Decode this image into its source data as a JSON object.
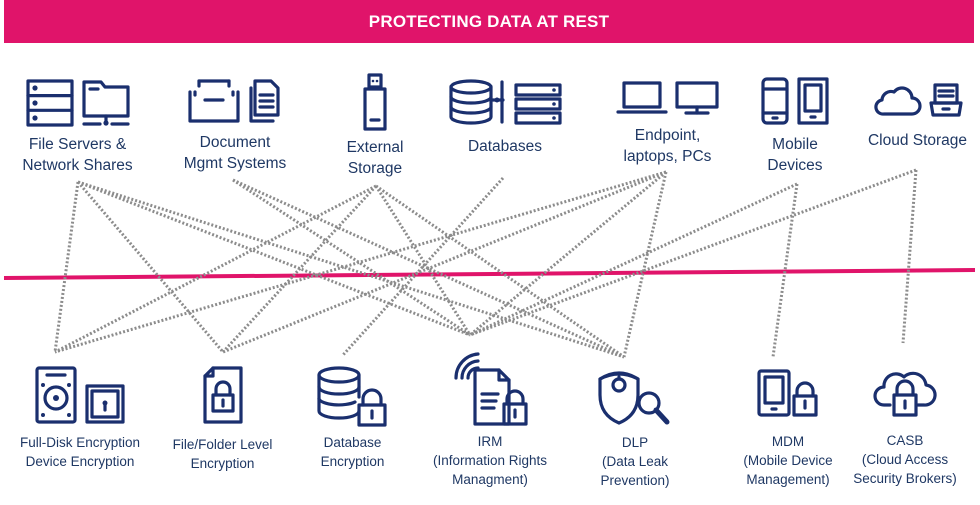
{
  "banner": {
    "title": "PROTECTING DATA AT REST",
    "color": "#e0146a"
  },
  "colors": {
    "icon": "#1a2f6e",
    "text": "#1f3864",
    "connector": "#8c8c8c",
    "divider": "#e0146a"
  },
  "sources": [
    {
      "id": "file-servers",
      "label_lines": [
        "File Servers &",
        "Network Shares"
      ],
      "icons": [
        "server-rack-icon",
        "network-folder-icon"
      ]
    },
    {
      "id": "document-mgmt",
      "label_lines": [
        "Document",
        "Mgmt Systems"
      ],
      "icons": [
        "file-drawer-icon",
        "documents-icon"
      ]
    },
    {
      "id": "external-storage",
      "label_lines": [
        "External",
        "Storage"
      ],
      "icons": [
        "usb-drive-icon"
      ]
    },
    {
      "id": "databases",
      "label_lines": [
        "Databases"
      ],
      "icons": [
        "database-icon",
        "server-stack-icon"
      ]
    },
    {
      "id": "endpoints",
      "label_lines": [
        "Endpoint,",
        "laptops, PCs"
      ],
      "icons": [
        "laptop-icon",
        "monitor-icon"
      ]
    },
    {
      "id": "mobile-devices",
      "label_lines": [
        "Mobile",
        "Devices"
      ],
      "icons": [
        "phone-icon",
        "tablet-icon"
      ]
    },
    {
      "id": "cloud-storage",
      "label_lines": [
        "Cloud Storage"
      ],
      "icons": [
        "cloud-icon",
        "storage-tray-icon"
      ]
    }
  ],
  "controls": [
    {
      "id": "fde",
      "label_lines": [
        "Full-Disk Encryption",
        "Device Encryption"
      ],
      "icons": [
        "hard-disk-icon",
        "safe-icon"
      ]
    },
    {
      "id": "file-folder",
      "label_lines": [
        "File/Folder Level",
        "Encryption"
      ],
      "icons": [
        "locked-file-icon"
      ]
    },
    {
      "id": "db-encryption",
      "label_lines": [
        "Database",
        "Encryption"
      ],
      "icons": [
        "locked-database-icon"
      ]
    },
    {
      "id": "irm",
      "label_lines": [
        "IRM",
        "(Information Rights",
        "Managment)"
      ],
      "icons": [
        "rights-document-icon"
      ]
    },
    {
      "id": "dlp",
      "label_lines": [
        "DLP",
        "(Data Leak",
        "Prevention)"
      ],
      "icons": [
        "shield-search-icon"
      ]
    },
    {
      "id": "mdm",
      "label_lines": [
        "MDM",
        "(Mobile Device",
        "Management)"
      ],
      "icons": [
        "locked-phone-icon"
      ]
    },
    {
      "id": "casb",
      "label_lines": [
        "CASB",
        "(Cloud Access",
        "Security Brokers)"
      ],
      "icons": [
        "locked-cloud-icon"
      ]
    }
  ],
  "connections": [
    [
      "file-servers",
      "fde"
    ],
    [
      "file-servers",
      "file-folder"
    ],
    [
      "file-servers",
      "irm"
    ],
    [
      "file-servers",
      "dlp"
    ],
    [
      "document-mgmt",
      "irm"
    ],
    [
      "document-mgmt",
      "dlp"
    ],
    [
      "external-storage",
      "fde"
    ],
    [
      "external-storage",
      "file-folder"
    ],
    [
      "external-storage",
      "irm"
    ],
    [
      "external-storage",
      "dlp"
    ],
    [
      "databases",
      "db-encryption"
    ],
    [
      "endpoints",
      "fde"
    ],
    [
      "endpoints",
      "file-folder"
    ],
    [
      "endpoints",
      "irm"
    ],
    [
      "endpoints",
      "dlp"
    ],
    [
      "mobile-devices",
      "mdm"
    ],
    [
      "mobile-devices",
      "irm"
    ],
    [
      "cloud-storage",
      "casb"
    ],
    [
      "cloud-storage",
      "irm"
    ]
  ]
}
